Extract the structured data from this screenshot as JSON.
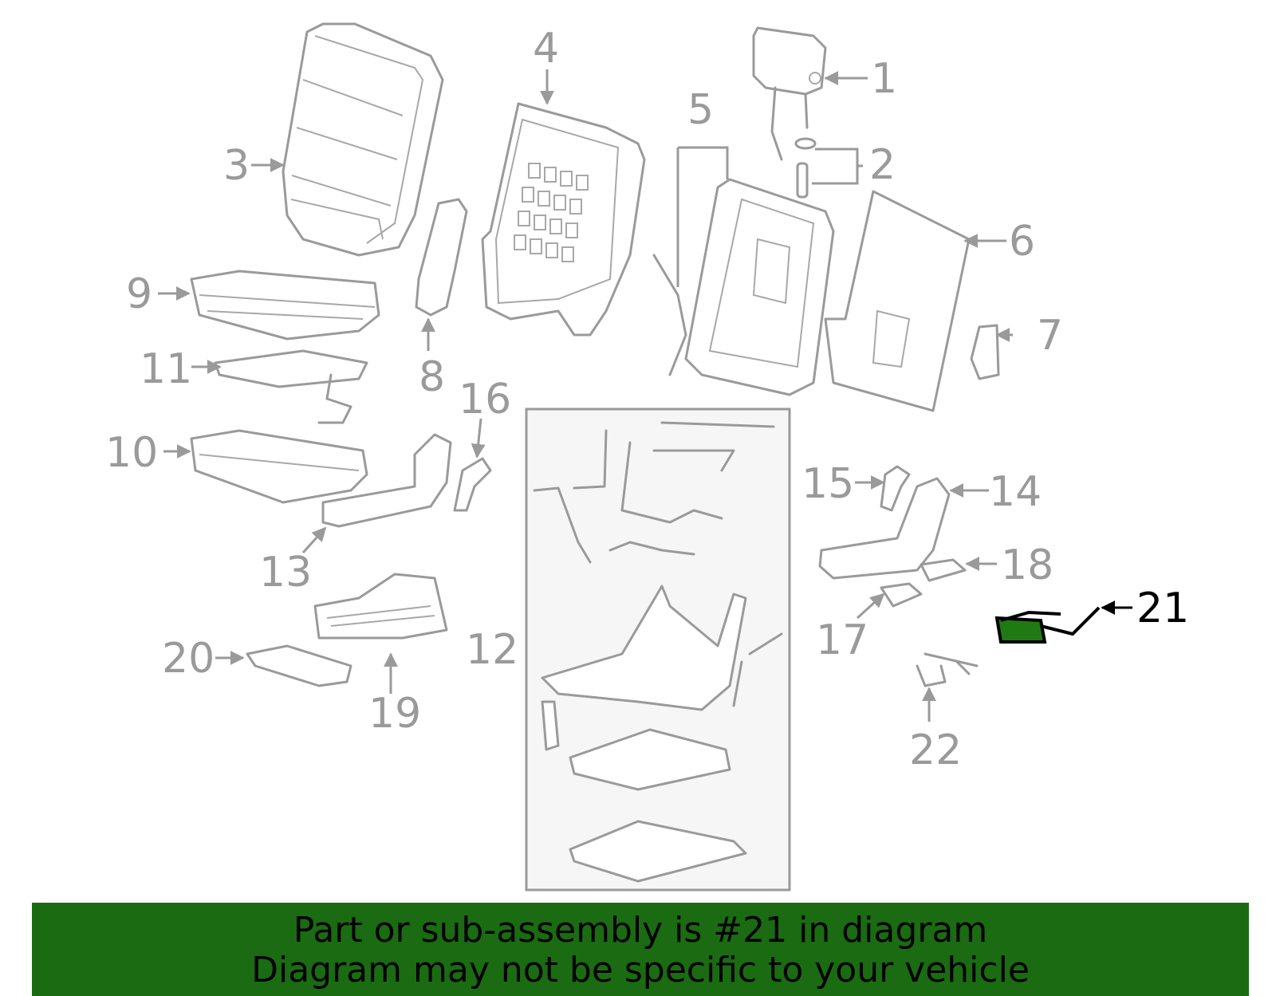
{
  "callouts": {
    "c1": "1",
    "c2": "2",
    "c3": "3",
    "c4": "4",
    "c5": "5",
    "c6": "6",
    "c7": "7",
    "c8": "8",
    "c9": "9",
    "c10": "10",
    "c11": "11",
    "c12": "12",
    "c13": "13",
    "c14": "14",
    "c15": "15",
    "c16": "16",
    "c17": "17",
    "c18": "18",
    "c19": "19",
    "c20": "20",
    "c21": "21",
    "c22": "22"
  },
  "highlighted_part": "21",
  "colors": {
    "line": "#9a9a9a",
    "highlight": "#000000",
    "part_highlight_fill": "#1f7a14",
    "banner_bg": "#1a6b12",
    "subassembly_bg": "#f6f6f6"
  },
  "banner": {
    "line1": "Part or sub-assembly is #21 in diagram",
    "line2": "Diagram may not be specific to your vehicle"
  }
}
